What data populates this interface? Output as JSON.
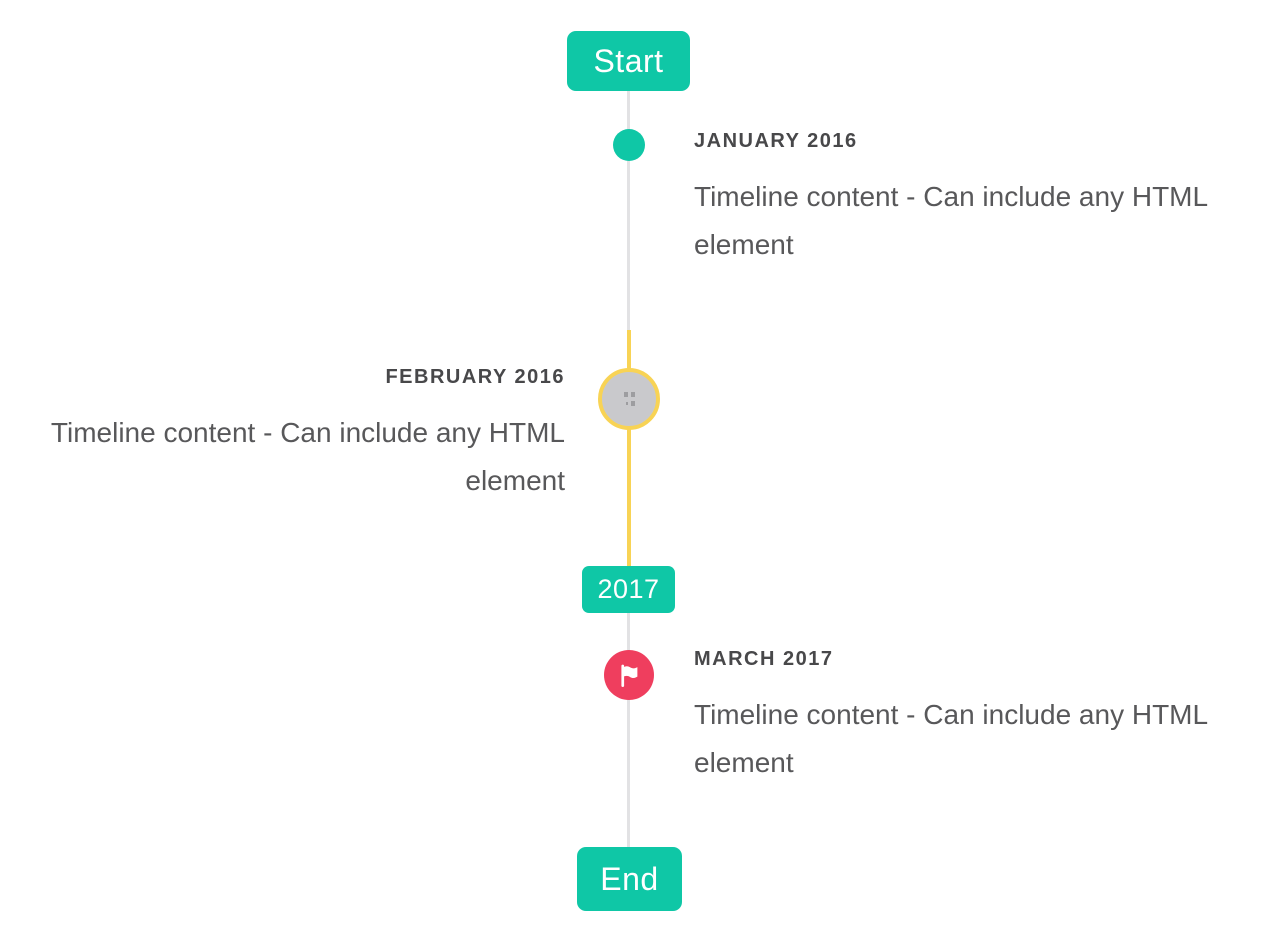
{
  "timeline": {
    "start_label": "Start",
    "end_label": "End",
    "items": [
      {
        "type": "dot-marker",
        "date": "JANUARY 2016",
        "content": "Timeline content - Can include any HTML element",
        "side": "right",
        "marker_color": "#0fc7a6"
      },
      {
        "type": "image-circle-marker",
        "date": "FEBRUARY 2016",
        "content": "Timeline content - Can include any HTML element",
        "side": "left",
        "marker_color": "#c9c9cc",
        "ring_color": "#f8d355"
      },
      {
        "type": "year-badge",
        "label": "2017"
      },
      {
        "type": "flag-marker",
        "date": "MARCH 2017",
        "content": "Timeline content - Can include any HTML element",
        "side": "right",
        "marker_color": "#ef3e5e",
        "icon": "flag-icon"
      }
    ],
    "colors": {
      "accent-teal": "#0fc7a6",
      "accent-red": "#ef3e5e",
      "accent-yellow": "#f8d355",
      "line-gray": "#e2e2e4",
      "circle-gray": "#c9c9cc",
      "heading-text": "#48484a",
      "body-text": "#58585a",
      "badge-text": "#ffffff"
    }
  }
}
